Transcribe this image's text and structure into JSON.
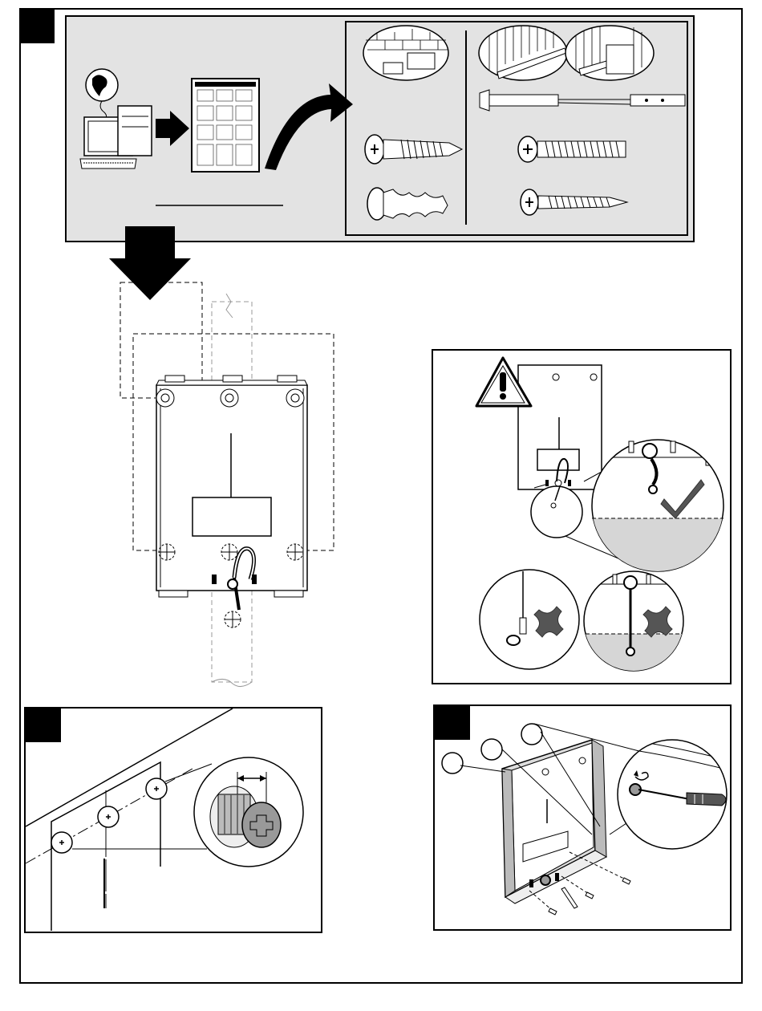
{
  "document": {
    "type": "installation instruction sheet",
    "steps": [
      {
        "id": "step-1",
        "label": ""
      },
      {
        "id": "step-2",
        "label": ""
      },
      {
        "id": "step-3",
        "label": ""
      }
    ],
    "captions": {
      "blank_line": ""
    },
    "colors": {
      "panel_gray": "#e3e3e3",
      "ink": "#000000",
      "check": "#555555",
      "water": "#d6d6d6"
    },
    "icons": [
      "globe-icon",
      "computer-icon",
      "manual-icon",
      "warning-icon",
      "check-icon",
      "cross-icon",
      "screwdriver-icon"
    ]
  }
}
